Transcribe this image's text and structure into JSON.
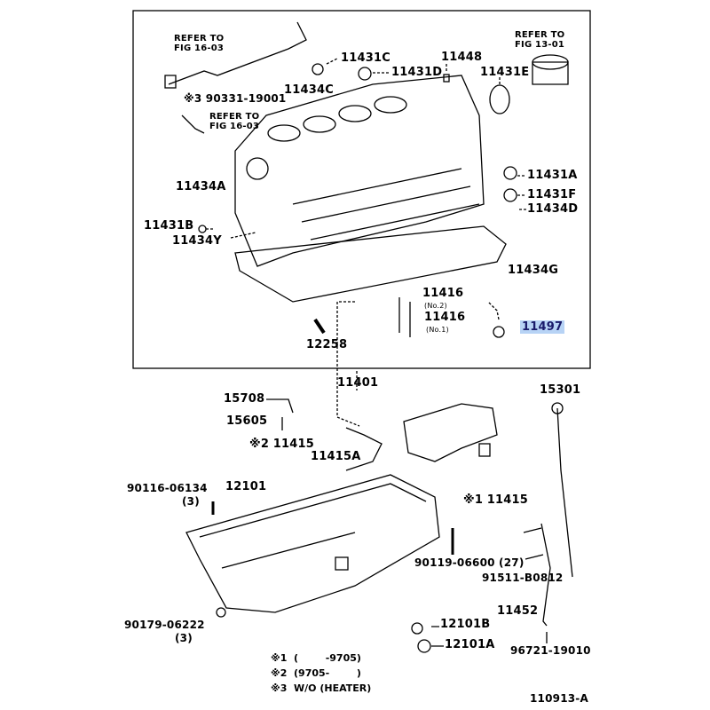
{
  "refs": {
    "fig1603_a": [
      "REFER TO",
      "FIG 16-03"
    ],
    "fig1603_b": [
      "REFER TO",
      "FIG 16-03"
    ],
    "fig1301": [
      "REFER TO",
      "FIG 13-01"
    ]
  },
  "parts": {
    "p11431C": "11431C",
    "p11448": "11448",
    "p11431D": "11431D",
    "p11431E": "11431E",
    "p90331": "※3 90331-19001",
    "p11434C": "11434C",
    "p11431A": "11431A",
    "p11434A": "11434A",
    "p11431F": "11431F",
    "p11434D": "11434D",
    "p11431B": "11431B",
    "p11434Y": "11434Y",
    "p11434G": "11434G",
    "p11416a": "11416",
    "p11416a_note": "(No.2)",
    "p11416b": "11416",
    "p11416b_note": "(No.1)",
    "p11497": "11497",
    "p12258": "12258",
    "p11401": "11401",
    "p15708": "15708",
    "p15301": "15301",
    "p15605": "15605",
    "p11415_2": "※2 11415",
    "p11415A": "11415A",
    "p90116": "90116-06134",
    "p90116_qty": "(3)",
    "p12101": "12101",
    "p11415_1": "※1 11415",
    "p90119": "90119-06600 (27)",
    "p91511": "91511-B0812",
    "p11452": "11452",
    "p90179": "90179-06222",
    "p90179_qty": "(3)",
    "p12101B": "12101B",
    "p12101A": "12101A",
    "p96721": "96721-19010"
  },
  "footnotes": [
    {
      "mark": "※1",
      "text": "(        -9705)"
    },
    {
      "mark": "※2",
      "text": "(9705-        )"
    },
    {
      "mark": "※3",
      "text": "W/O (HEATER)"
    }
  ],
  "figure_id": "110913-A",
  "highlight_color": "#b7d3f5"
}
